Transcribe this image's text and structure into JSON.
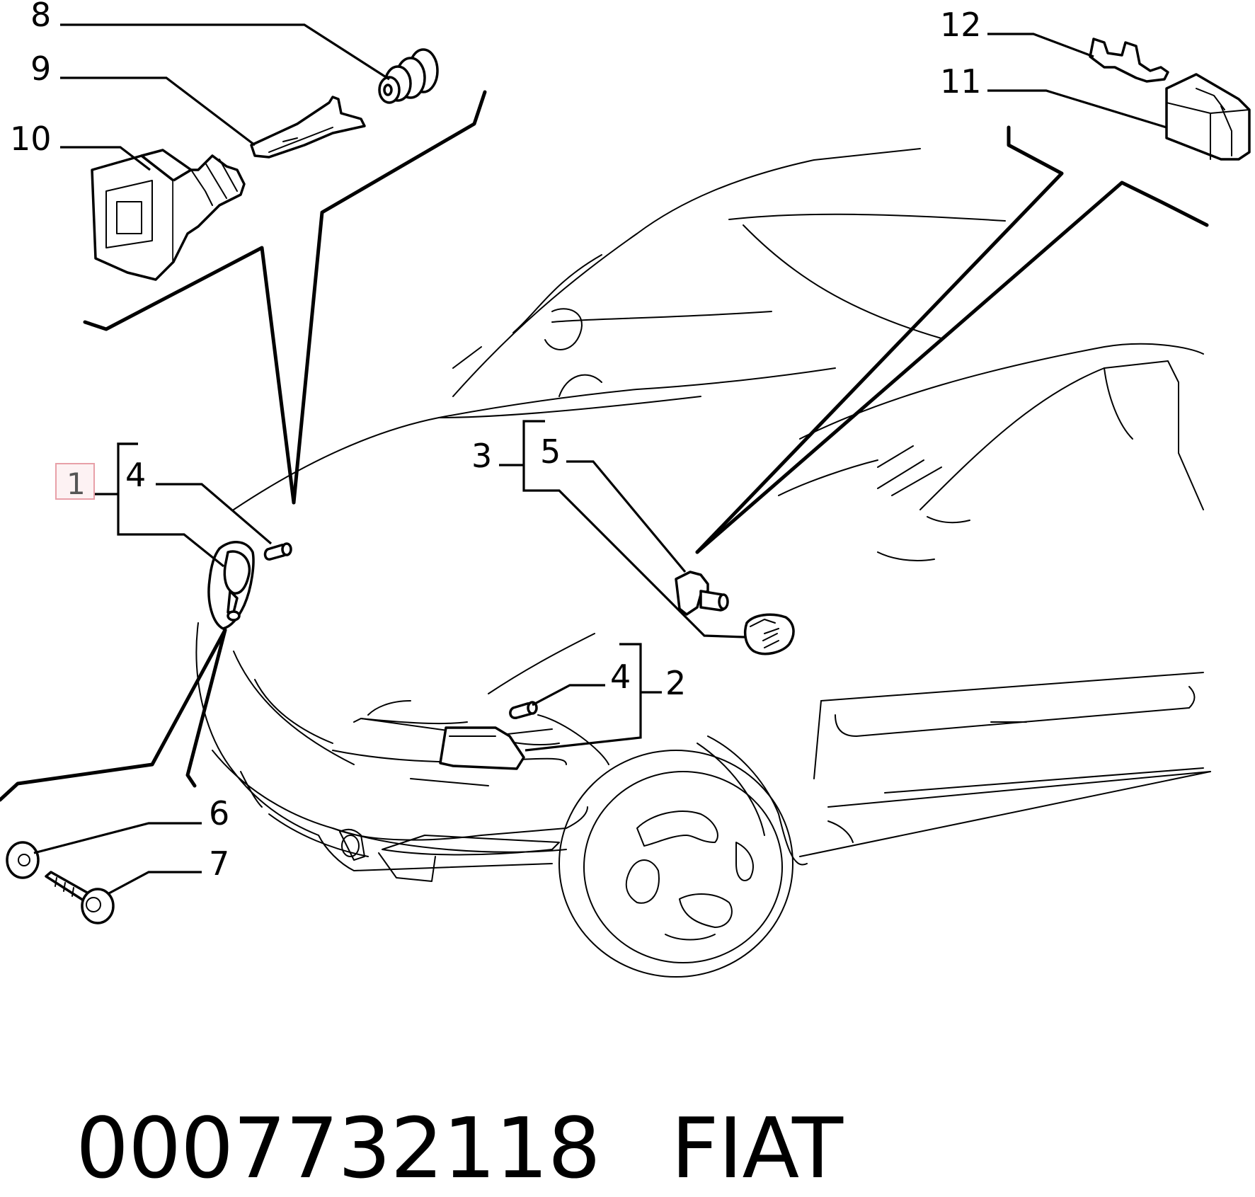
{
  "diagram": {
    "callouts": [
      {
        "id": "callout-8",
        "label": "8"
      },
      {
        "id": "callout-9",
        "label": "9"
      },
      {
        "id": "callout-10",
        "label": "10"
      },
      {
        "id": "callout-12",
        "label": "12"
      },
      {
        "id": "callout-11",
        "label": "11"
      },
      {
        "id": "callout-1",
        "label": "1",
        "highlighted": true
      },
      {
        "id": "callout-4a",
        "label": "4"
      },
      {
        "id": "callout-3",
        "label": "3"
      },
      {
        "id": "callout-5",
        "label": "5"
      },
      {
        "id": "callout-4b",
        "label": "4"
      },
      {
        "id": "callout-2",
        "label": "2"
      },
      {
        "id": "callout-6",
        "label": "6"
      },
      {
        "id": "callout-7",
        "label": "7"
      }
    ],
    "highlight_color": "#e8a0a8"
  },
  "footer": {
    "part_number": "0007732118",
    "brand": "FIAT"
  }
}
